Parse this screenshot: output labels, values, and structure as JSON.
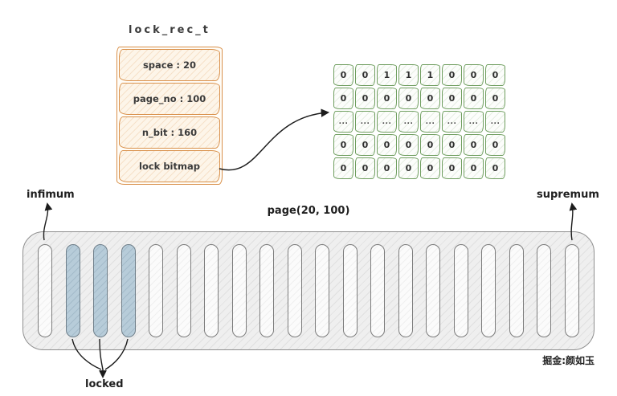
{
  "struct": {
    "title": "lock_rec_t",
    "fields": [
      {
        "label": "space : 20"
      },
      {
        "label": "page_no : 100"
      },
      {
        "label": "n_bit : 160"
      },
      {
        "label": "lock bitmap"
      }
    ]
  },
  "bitmap": {
    "rows": [
      [
        "0",
        "0",
        "1",
        "1",
        "1",
        "0",
        "0",
        "0"
      ],
      [
        "0",
        "0",
        "0",
        "0",
        "0",
        "0",
        "0",
        "0"
      ],
      [
        "...",
        "...",
        "...",
        "...",
        "...",
        "...",
        "...",
        "..."
      ],
      [
        "0",
        "0",
        "0",
        "0",
        "0",
        "0",
        "0",
        "0"
      ],
      [
        "0",
        "0",
        "0",
        "0",
        "0",
        "0",
        "0",
        "0"
      ]
    ]
  },
  "page": {
    "title": "page(20, 100)",
    "record_count": 20,
    "locked_indices": [
      1,
      2,
      3
    ]
  },
  "labels": {
    "infimum": "infimum",
    "supremum": "supremum",
    "locked": "locked"
  },
  "watermark": "掘金:颜如玉",
  "colors": {
    "struct_border": "#d9904a",
    "bitmap_border": "#6f9e5f",
    "locked_fill": "#b7ccd9"
  }
}
